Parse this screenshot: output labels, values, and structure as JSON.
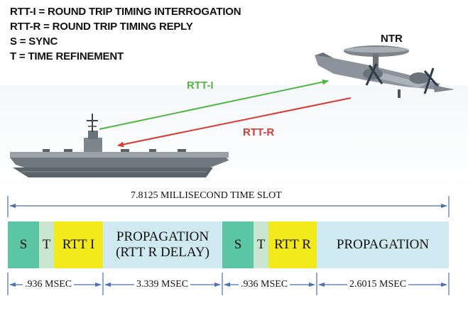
{
  "legend": [
    "RTT-I = ROUND TRIP TIMING INTERROGATION",
    "RTT-R = ROUND TRIP TIMING REPLY",
    "S = SYNC",
    "T = TIME REFINEMENT"
  ],
  "aircraft_label": "NTR",
  "link_labels": {
    "interrogation": "RTT-I",
    "reply": "RTT-R"
  },
  "time_slot": {
    "label": "7.8125 MILLISECOND TIME SLOT"
  },
  "segments": {
    "s1": "S",
    "t1": "T",
    "rtt_i": "RTT I",
    "prop1_line1": "PROPAGATION",
    "prop1_line2": "(RTT R DELAY)",
    "s2": "S",
    "t2": "T",
    "rtt_r": "RTT R",
    "prop2": "PROPAGATION"
  },
  "durations": [
    ".936 MSEC",
    "3.339 MSEC",
    ".936 MSEC",
    "2.6015 MSEC"
  ],
  "colors": {
    "sync": "#5cc6a4",
    "time_refine": "#cbe6cf",
    "rtt": "#f3ea1c",
    "propagation": "#cfeaf1",
    "arrow_green": "#52b548",
    "arrow_red": "#d83a32",
    "dim_line": "#4a6fb5"
  }
}
